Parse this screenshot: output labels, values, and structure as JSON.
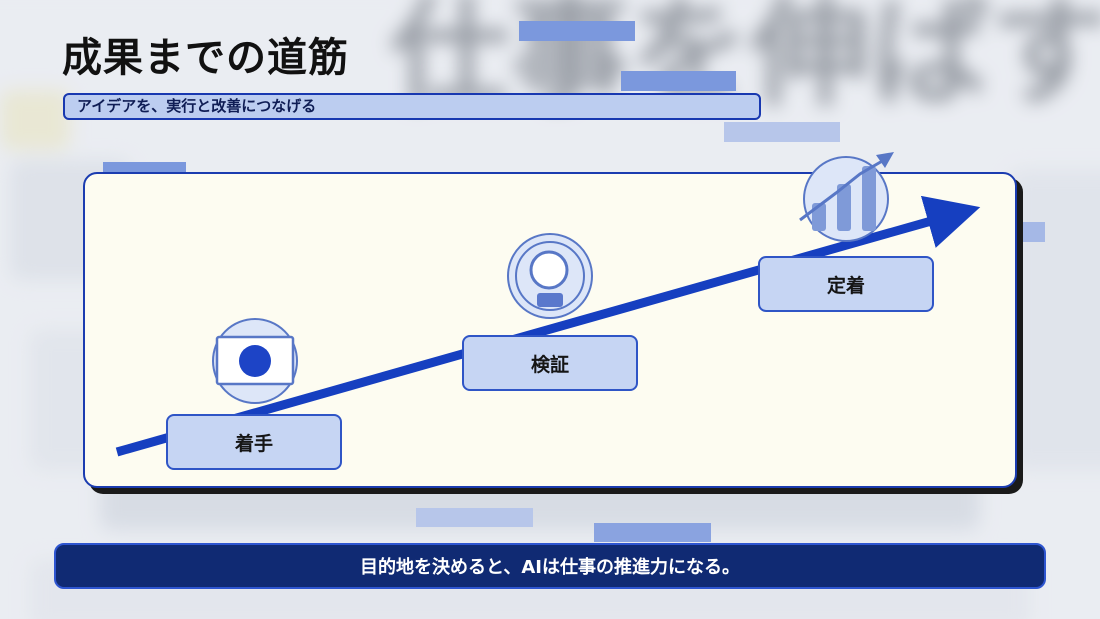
{
  "slide": {
    "title": "成果までの道筋",
    "subtitle": "アイデアを、実行と改善につなげる",
    "background_words": [
      "仕事を伸ばす"
    ]
  },
  "steps": [
    {
      "label": "着手",
      "icon": "target-icon"
    },
    {
      "label": "検証",
      "icon": "lightbulb-icon"
    },
    {
      "label": "定着",
      "icon": "bar-chart-growth-icon"
    }
  ],
  "banner": {
    "text": "目的地を決めると、AIは仕事の推進力になる。"
  },
  "colors": {
    "accent": "#1f46c8",
    "arrow": "#163fc0",
    "panel_bg": "#fdfcf1",
    "step_fill": "#c6d5f3",
    "banner_bg": "#102a73",
    "chip": "#7b98dd",
    "title": "#111111"
  }
}
